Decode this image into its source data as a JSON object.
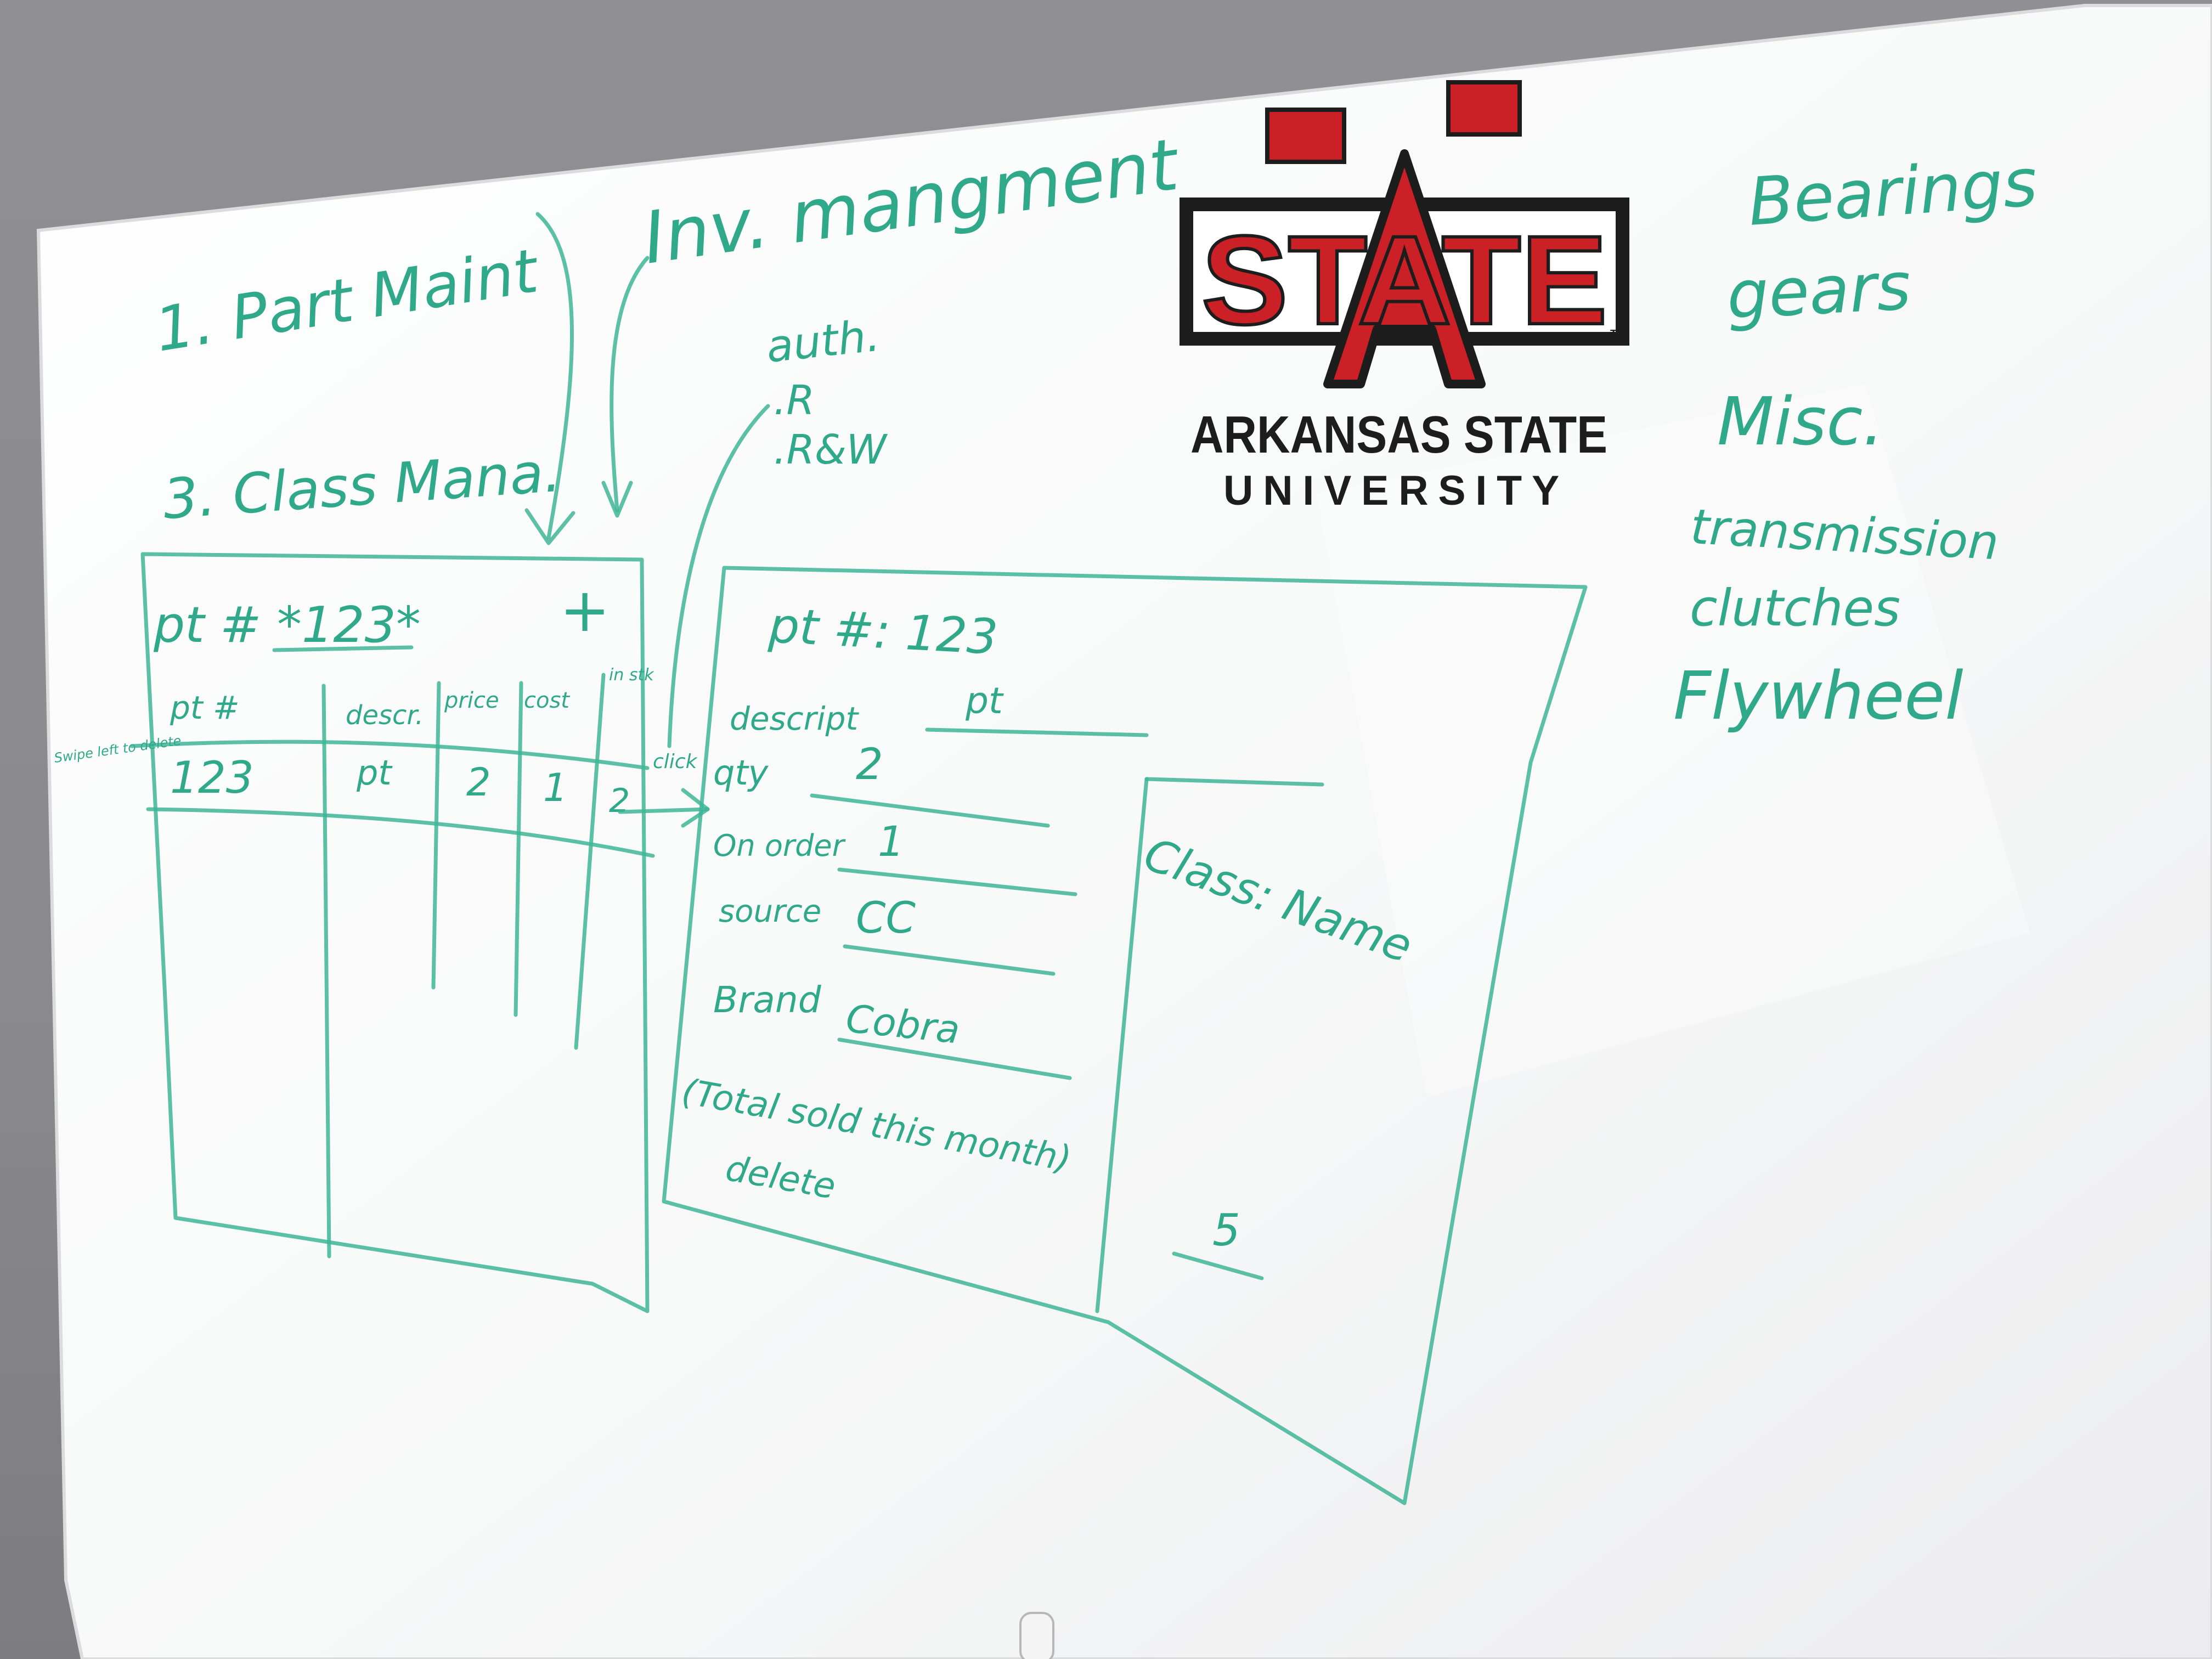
{
  "board": {
    "left_notes": {
      "item1": "1. Part Maint",
      "item3": "3. Class Mana."
    },
    "top_title": "Inv. mangment",
    "auth_notes": {
      "heading": "auth.",
      "opt1": ".R",
      "opt2": ".R&W"
    },
    "list_screen": {
      "search": "pt # *123*",
      "add_symbol": "+",
      "columns": [
        "pt #",
        "descr.",
        "price",
        "cost",
        "in stk"
      ],
      "row": [
        "123",
        "pt",
        "2",
        "1",
        "2"
      ],
      "side_note": "Swipe left to delete",
      "click_note": "click"
    },
    "detail_screen": {
      "pt_no": "pt #: 123",
      "description_label": "descript",
      "description_value": "pt",
      "qty_label": "qty",
      "qty_value": "2",
      "on_order_label": "On order",
      "on_order_value": "1",
      "source_label": "source",
      "source_value": "CC",
      "brand_label": "Brand",
      "brand_value": "Cobra",
      "total_sold_label": "(Total sold this month)",
      "total_sold_value": "5",
      "delete_label": "delete",
      "class_label": "Class: Name"
    },
    "categories": [
      "Bearings",
      "gears",
      "Misc.",
      "transmission",
      "clutches",
      "Flywheel"
    ]
  },
  "logo": {
    "mark": "STATE",
    "line1": "ARKANSAS STATE",
    "line2": "UNIVERSITY",
    "tm": "TM",
    "colors": {
      "red": "#cc2027",
      "black": "#1d1d1d",
      "white": "#ffffff"
    }
  }
}
